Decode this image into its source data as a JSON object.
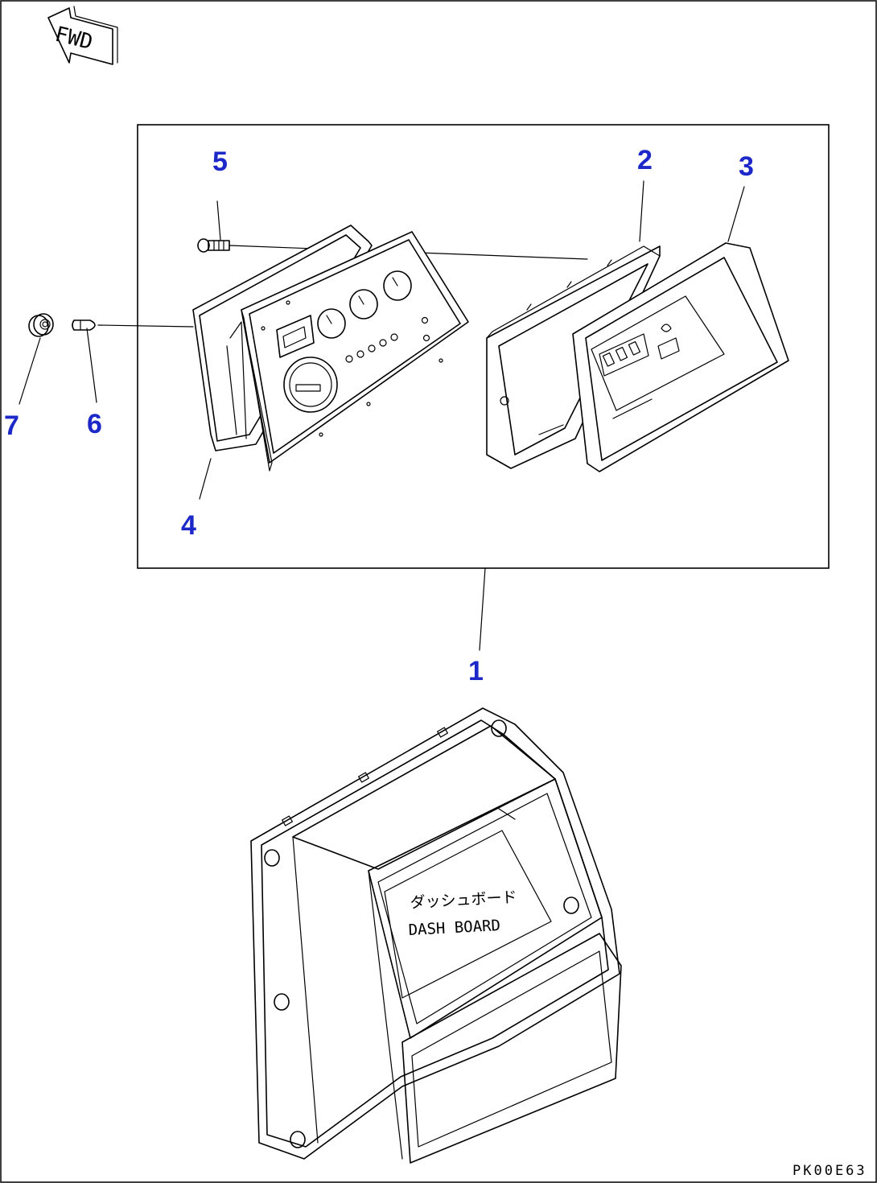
{
  "orientation_mark": {
    "label": "FWD",
    "icon": "forward-arrow-icon"
  },
  "callouts": [
    {
      "id": "1",
      "label": "1"
    },
    {
      "id": "2",
      "label": "2"
    },
    {
      "id": "3",
      "label": "3"
    },
    {
      "id": "4",
      "label": "4"
    },
    {
      "id": "5",
      "label": "5"
    },
    {
      "id": "6",
      "label": "6"
    },
    {
      "id": "7",
      "label": "7"
    }
  ],
  "dashboard_label": {
    "japanese": "ダッシュボード",
    "english": "DASH BOARD"
  },
  "drawing_code": "PK00E63",
  "colors": {
    "callout": "#1c28c8",
    "line": "#000000",
    "background": "#ffffff"
  }
}
